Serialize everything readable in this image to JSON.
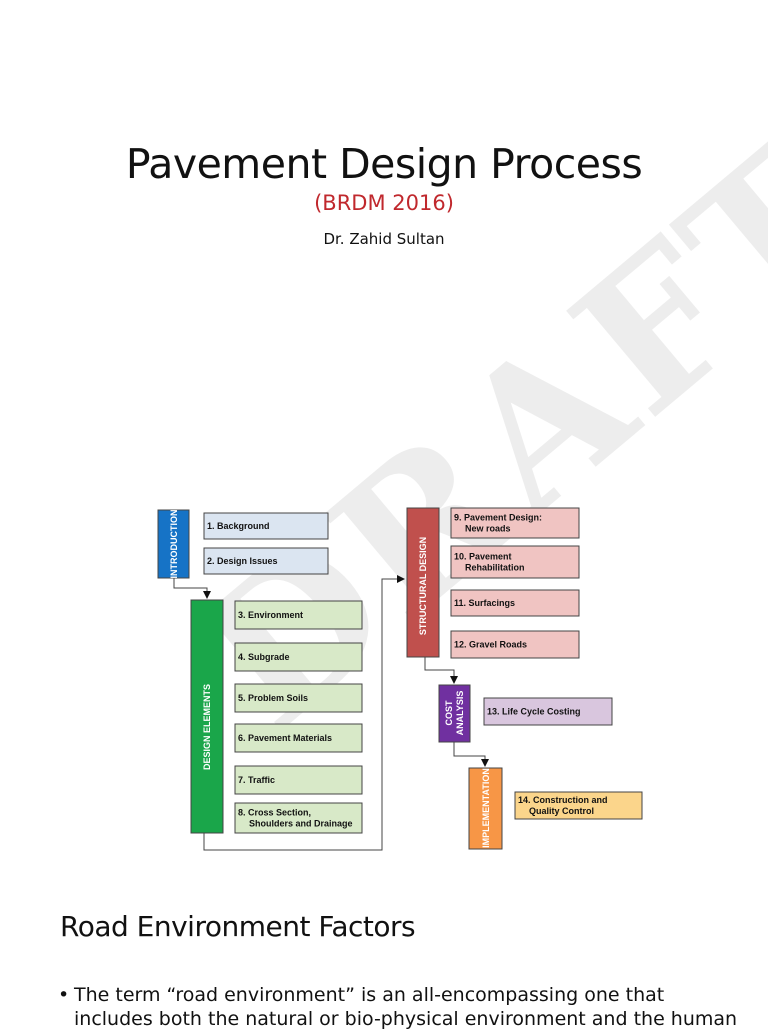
{
  "title": "Pavement Design Process",
  "subtitle": "(BRDM 2016)",
  "author": "Dr. Zahid Sultan",
  "watermark": "DRAFT",
  "flowchart": {
    "phases": {
      "introduction": "INTRODUCTION",
      "design_elements": "DESIGN ELEMENTS",
      "structural_design": "STRUCTURAL DESIGN",
      "cost_analysis": [
        "COST",
        "ANALYSIS"
      ],
      "implementation": "IMPLEMENTATION"
    },
    "steps": {
      "s1": [
        "1. Background"
      ],
      "s2": [
        "2. Design Issues"
      ],
      "s3": [
        "3. Environment"
      ],
      "s4": [
        "4. Subgrade"
      ],
      "s5": [
        "5. Problem Soils"
      ],
      "s6": [
        "6. Pavement Materials"
      ],
      "s7": [
        "7. Traffic"
      ],
      "s8": [
        "8. Cross Section,",
        "Shoulders and Drainage"
      ],
      "s9": [
        "9. Pavement Design:",
        "New roads"
      ],
      "s10": [
        "10. Pavement",
        "Rehabilitation"
      ],
      "s11": [
        "11. Surfacings"
      ],
      "s12": [
        "12. Gravel Roads"
      ],
      "s13": [
        "13. Life Cycle Costing"
      ],
      "s14": [
        "14. Construction and",
        "Quality Control"
      ]
    },
    "colors": {
      "introduction": "#1673c6",
      "introduction_box": "#dbe5f1",
      "design_elements": "#1aa64a",
      "design_elements_box": "#d8e9c8",
      "structural_design": "#c0504d",
      "structural_design_box": "#f0c4c2",
      "cost_analysis": "#7030a0",
      "cost_analysis_box": "#d9c6de",
      "implementation": "#f79646",
      "implementation_box": "#fbd58b"
    }
  },
  "section": {
    "heading": "Road Environment Factors",
    "bullet": "The term “road environment” is an all-encompassing one that includes both the natural or bio-physical environment and the human"
  }
}
